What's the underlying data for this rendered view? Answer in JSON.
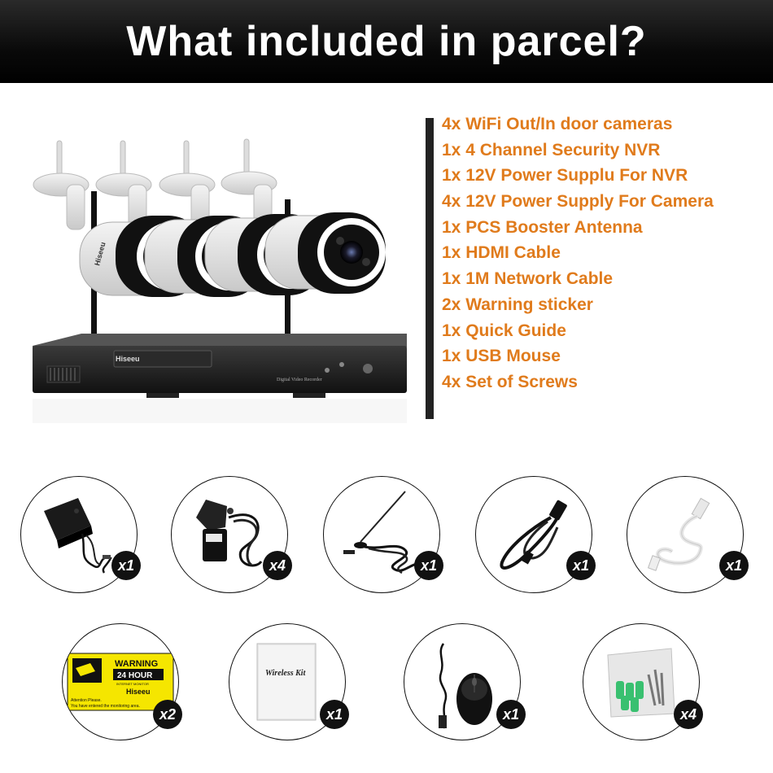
{
  "header": {
    "title": "What included in parcel?"
  },
  "product": {
    "brand": "Hiseeu",
    "nvr_subtitle": "Digital Video Recorder"
  },
  "contents": [
    "4x WiFi Out/In door cameras",
    "1x 4 Channel Security NVR",
    "1x 12V Power Supplu For  NVR",
    "4x 12V Power Supply For Camera",
    "1x PCS Booster Antenna",
    "1x HDMI Cable",
    "1x 1M Network Cable",
    "2x Warning sticker",
    "1x Quick Guide",
    "1x USB Mouse",
    "4x Set of Screws"
  ],
  "items": [
    {
      "icon": "nvr-power-adapter-icon",
      "qty": "x1"
    },
    {
      "icon": "camera-power-adapter-icon",
      "qty": "x4"
    },
    {
      "icon": "booster-antenna-icon",
      "qty": "x1"
    },
    {
      "icon": "hdmi-cable-icon",
      "qty": "x1"
    },
    {
      "icon": "network-cable-icon",
      "qty": "x1"
    },
    {
      "icon": "warning-sticker-icon",
      "qty": "x2"
    },
    {
      "icon": "quick-guide-icon",
      "qty": "x1"
    },
    {
      "icon": "usb-mouse-icon",
      "qty": "x1"
    },
    {
      "icon": "screws-bag-icon",
      "qty": "x4"
    }
  ],
  "sticker": {
    "title": "WARNING",
    "line1": "24 HOUR",
    "line2": "INTERNET MONITOR",
    "brand": "Hiseeu",
    "footer1": "Attention Please.",
    "footer2": "You have entered the monitoring area."
  },
  "guide": {
    "title": "Wireless Kit"
  },
  "colors": {
    "accent": "#e07b1c",
    "banner": "#000000",
    "sticker": "#f5e600"
  }
}
